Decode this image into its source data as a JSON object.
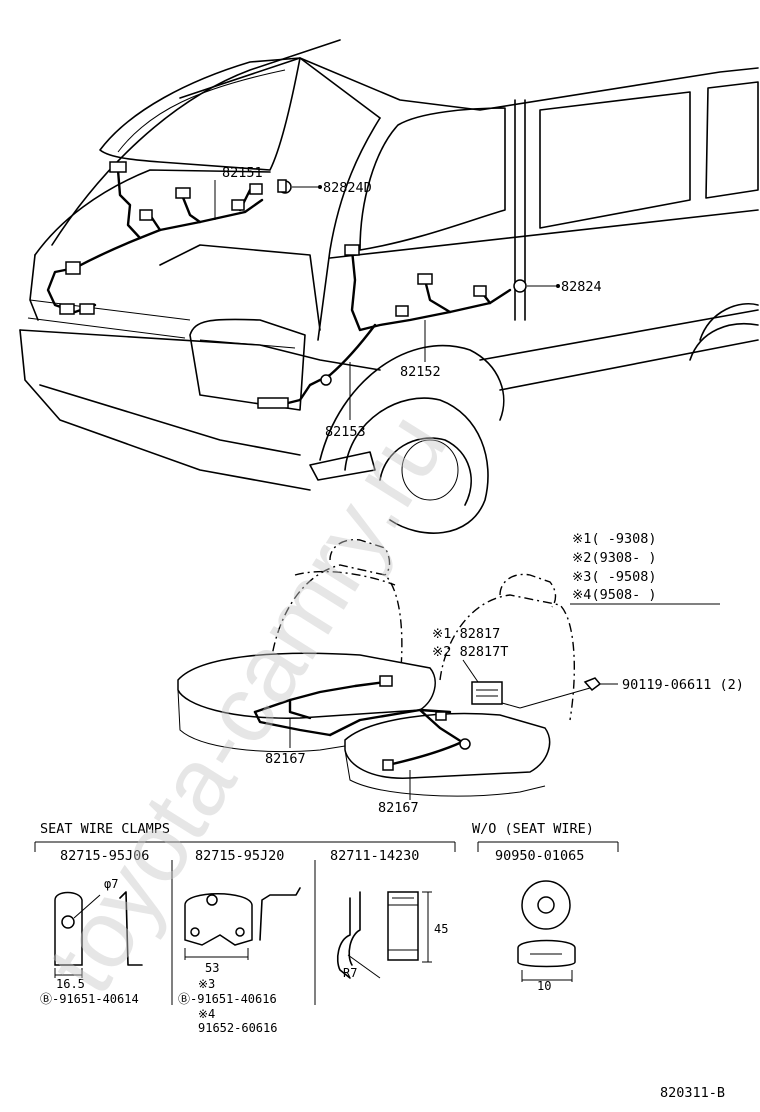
{
  "watermark": "toyota-camry.ru",
  "diagram_code": "820311-B",
  "callouts": {
    "p82151": "82151",
    "p82824d": "82824D",
    "p82824": "82824",
    "p82152": "82152",
    "p82153": "82153",
    "p82167a": "82167",
    "p82167b": "82167",
    "p82817": "※1 82817",
    "p82817t": "※2 82817T",
    "p90119": "90119-06611 (2)"
  },
  "legend": [
    "※1(      -9308)",
    "※2(9308-      )",
    "※3(      -9508)",
    "※4(9508-      )"
  ],
  "seat_wire_clamps": {
    "title": "SEAT WIRE CLAMPS",
    "parts": [
      "82715-95J06",
      "82715-95J20",
      "82711-14230"
    ],
    "dims": {
      "phi": "φ7",
      "w1": "16.5",
      "w2": "53",
      "h45": "45",
      "r7": "R7"
    },
    "bolts": {
      "b1": "Ⓑ-91651-40614",
      "b2": "Ⓑ-91651-40616",
      "note3": "※3",
      "note4": "※4",
      "b3": "91652-60616"
    }
  },
  "wo_seat_wire": {
    "title": "W/O (SEAT WIRE)",
    "part": "90950-01065",
    "dim": "10"
  }
}
